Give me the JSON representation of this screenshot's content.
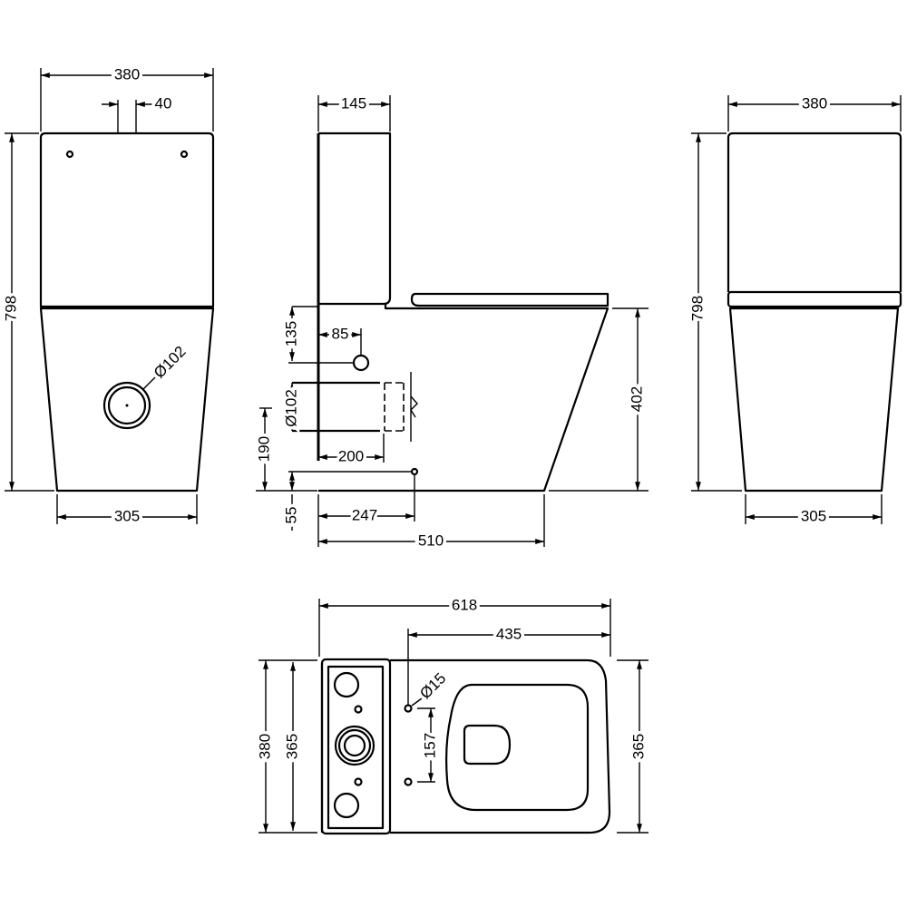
{
  "front_view": {
    "width_top": "380",
    "flush_gap": "40",
    "height": "798",
    "waste_diameter": "Ø102",
    "width_base": "305"
  },
  "side_view": {
    "cistern_depth": "145",
    "inlet_from_top": "135",
    "inlet_from_wall": "85",
    "waste_diameter": "Ø102",
    "waste_height": "190",
    "waste_from_wall": "200",
    "fixing_height": "55",
    "fixing_from_wall": "247",
    "projection": "510",
    "pan_height": "402"
  },
  "rear_view": {
    "width_top": "380",
    "height": "798",
    "width_base": "305"
  },
  "plan_view": {
    "overall_length": "618",
    "fixing_to_front": "435",
    "fixing_diameter": "Ø15",
    "cistern_width": "380",
    "cistern_inner_width": "365",
    "fixing_spacing": "157",
    "pan_width": "365"
  }
}
